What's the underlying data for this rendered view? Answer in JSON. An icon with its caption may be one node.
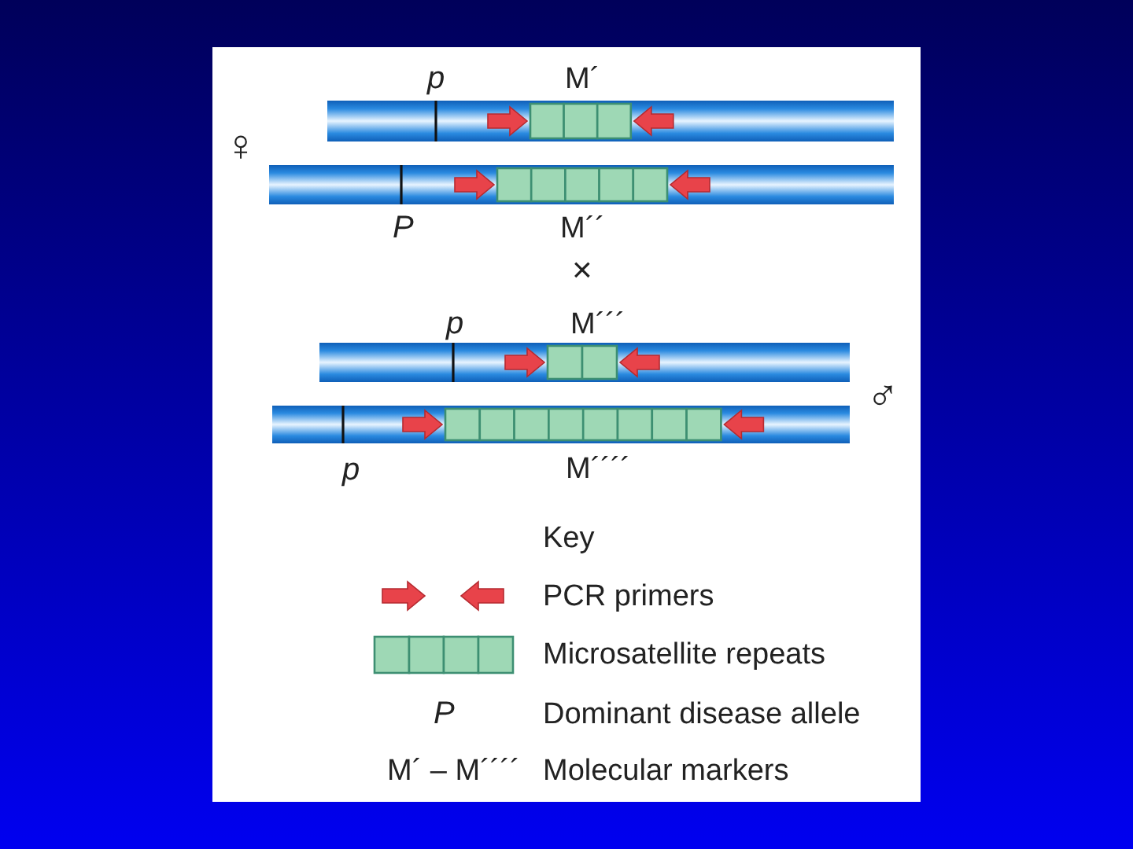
{
  "diagram": {
    "labels": [
      "p",
      "M´",
      "♀",
      "P",
      "M´´",
      "×",
      "p",
      "M´´´",
      "♂",
      "p",
      "M´´´´",
      "Key",
      "P",
      "M´ – M´´´´"
    ],
    "legend": [
      {
        "text": "PCR primers"
      },
      {
        "text": "Microsatellite repeats"
      },
      {
        "text": "Dominant disease allele"
      },
      {
        "text": "Molecular markers"
      }
    ]
  }
}
